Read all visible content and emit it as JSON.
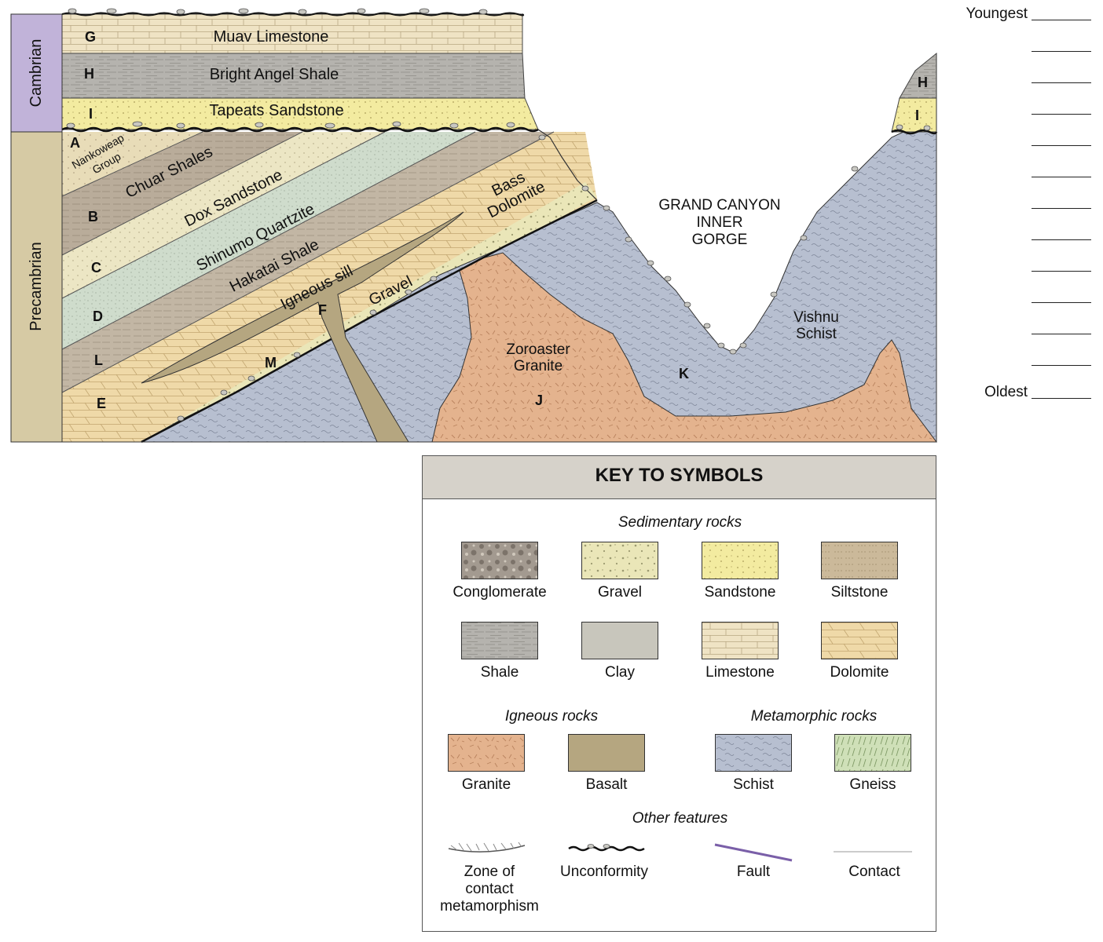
{
  "periods": {
    "cambrian": "Cambrian",
    "precambrian": "Precambrian"
  },
  "units": {
    "G": {
      "letter": "G",
      "name": "Muav Limestone"
    },
    "H": {
      "letter": "H",
      "name": "Bright Angel Shale"
    },
    "I": {
      "letter": "I",
      "name": "Tapeats Sandstone"
    },
    "A": {
      "letter": "A",
      "name_line1": "Nankoweap",
      "name_line2": "Group"
    },
    "B": {
      "letter": "B",
      "name": "Chuar Shales"
    },
    "C": {
      "letter": "C",
      "name": "Dox Sandstone"
    },
    "D": {
      "letter": "D",
      "name": "Shinumo Quartzite"
    },
    "L": {
      "letter": "L",
      "name": "Hakatai Shale"
    },
    "E": {
      "letter": "E",
      "name_line1": "Bass",
      "name_line2": "Dolomite"
    },
    "M": {
      "letter": "M",
      "name": "Gravel"
    },
    "F": {
      "letter": "F",
      "name": "Igneous sill"
    },
    "J": {
      "letter": "J",
      "name_line1": "Zoroaster",
      "name_line2": "Granite"
    },
    "K": {
      "letter": "K",
      "name_line1": "Vishnu",
      "name_line2": "Schist"
    }
  },
  "right_H": "H",
  "right_I": "I",
  "gorge": {
    "line1": "GRAND CANYON",
    "line2": "INNER",
    "line3": "GORGE"
  },
  "answer_sheet": {
    "youngest": "Youngest",
    "oldest": "Oldest",
    "blank_count": 13
  },
  "key": {
    "title": "KEY TO SYMBOLS",
    "sedimentary_heading": "Sedimentary rocks",
    "sedimentary": [
      "Conglomerate",
      "Gravel",
      "Sandstone",
      "Siltstone",
      "Shale",
      "Clay",
      "Limestone",
      "Dolomite"
    ],
    "igneous_heading": "Igneous rocks",
    "igneous": [
      "Granite",
      "Basalt"
    ],
    "metamorphic_heading": "Metamorphic rocks",
    "metamorphic": [
      "Schist",
      "Gneiss"
    ],
    "other_heading": "Other features",
    "other": {
      "contact_meta_line1": "Zone of",
      "contact_meta_line2": "contact",
      "contact_meta_line3": "metamorphism",
      "unconformity": "Unconformity",
      "fault": "Fault",
      "contact": "Contact"
    }
  },
  "colors": {
    "limestone": "#efe3c4",
    "shale": "#b5b3ae",
    "sandstone": "#f3eba0",
    "nankoweap": "#e8dcb8",
    "chuar": "#b9ac9a",
    "dox": "#ece6c4",
    "shinumo": "#cfdccc",
    "hakatai": "#c2b6a4",
    "dolomite": "#efd9a8",
    "gravel": "#eae6b8",
    "schist": "#b7bfd0",
    "granite": "#e4b38e",
    "basalt": "#b5a680",
    "cambrian_bar": "#c1b3d9",
    "precambrian_bar": "#d6caa4",
    "gneiss": "#cfe0b8",
    "clay": "#c8c6bc",
    "fault": "#7a5fa8"
  }
}
